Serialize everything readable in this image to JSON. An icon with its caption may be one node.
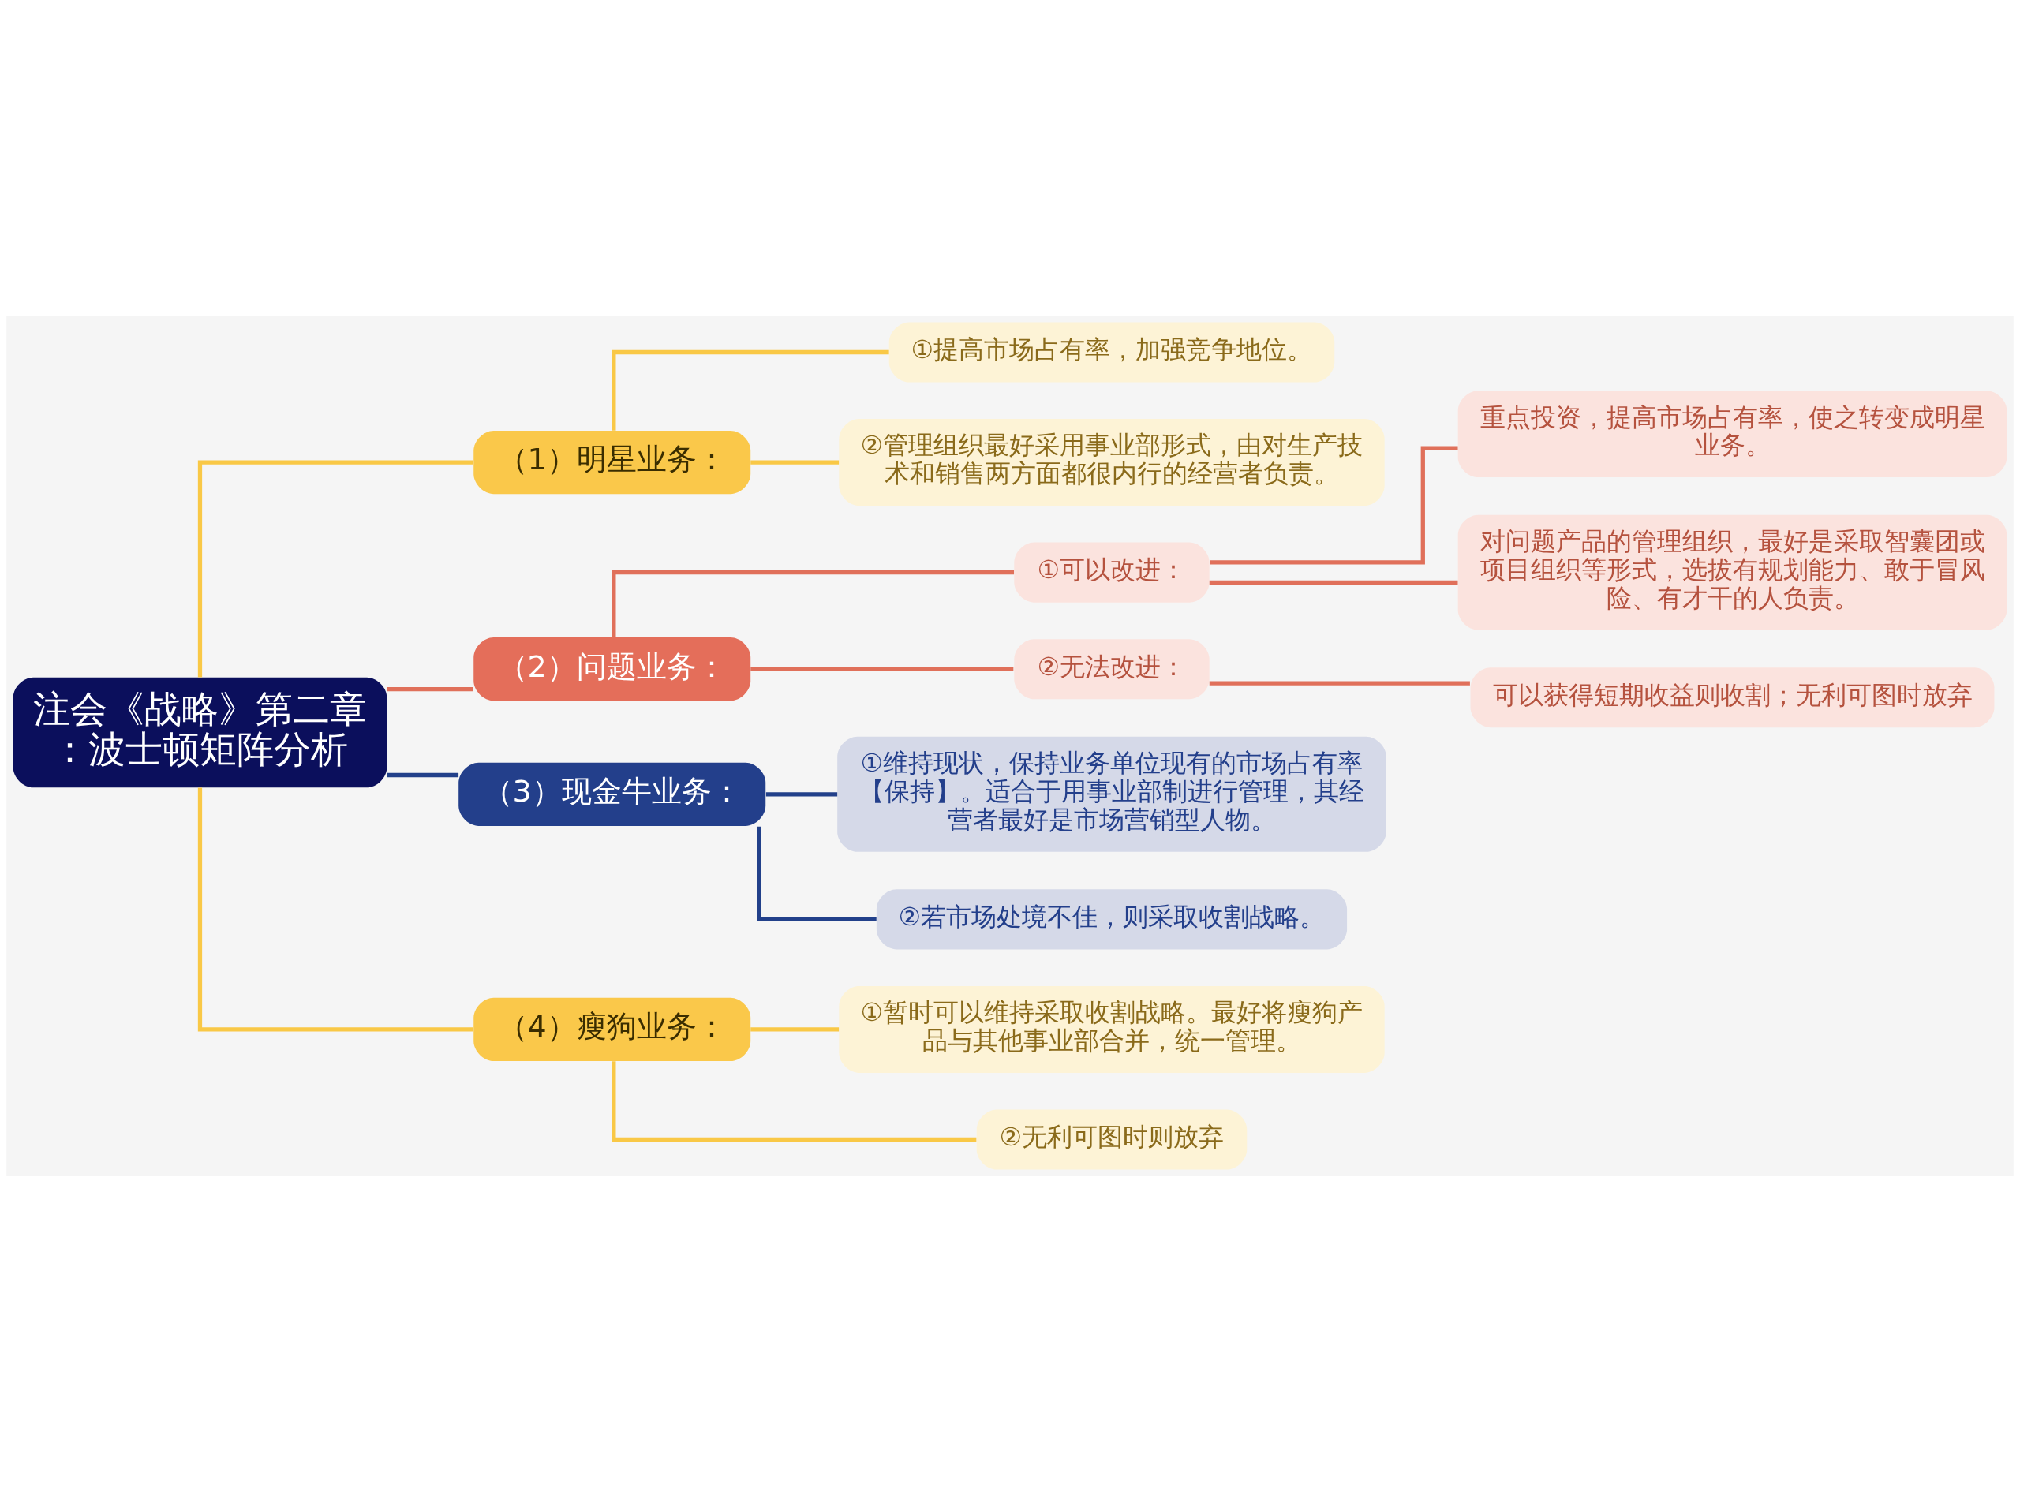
{
  "diagram": {
    "nodes": [
      {
        "text": [
          "注会《战略》第二章：波士顿矩阵分析"
        ]
      },
      {
        "text": [
          "（1）明星业务："
        ]
      },
      {
        "text": [
          "①提高市场占有率，加强竞争地位。"
        ]
      },
      {
        "text": [
          "②管理组织最好采用事业部形式，由对生产技术和销售两方面都很内行的经营者负责。"
        ]
      },
      {
        "text": [
          "（2）问题业务："
        ]
      },
      {
        "text": [
          "①可以改进："
        ]
      },
      {
        "text": [
          "重点投资，提高市场占有率，使之转变成明星业务。"
        ]
      },
      {
        "text": [
          "对问题产品的管理组织，最好是采取智囊团或项目组织等形式，选拔有规划能力、敢于冒风险、有才干的人负责。"
        ]
      },
      {
        "text": [
          "②无法改进："
        ]
      },
      {
        "text": [
          "可以获得短期收益则收割；无利可图时放弃"
        ]
      },
      {
        "text": [
          "（3）现金牛业务："
        ]
      },
      {
        "text": [
          "①维持现状，保持业务单位现有的市场占有率【保持】。适合于用事业部制进行管理，其经营者最好是市场营销型人物。"
        ]
      },
      {
        "text": [
          "②若市场处境不佳，则采取收割战略。"
        ]
      },
      {
        "text": [
          "（4）瘦狗业务："
        ]
      },
      {
        "text": [
          "①暂时可以维持采取收割战略。最好将瘦狗产品与其他事业部合并，统一管理。"
        ]
      },
      {
        "text": [
          "②无利可图时则放弃"
        ]
      }
    ],
    "edges": [
      {
        "from": 0,
        "to": 1,
        "arrow": "none",
        "color": "#f9c846"
      },
      {
        "from": 1,
        "to": 2,
        "arrow": "none",
        "color": "#f9c846"
      },
      {
        "from": 1,
        "to": 3,
        "arrow": "none",
        "color": "#f9c846"
      },
      {
        "from": 0,
        "to": 4,
        "arrow": "none",
        "color": "#e0705a"
      },
      {
        "from": 4,
        "to": 5,
        "arrow": "none",
        "color": "#e0705a"
      },
      {
        "from": 5,
        "to": 6,
        "arrow": "none",
        "color": "#e0705a"
      },
      {
        "from": 5,
        "to": 7,
        "arrow": "none",
        "color": "#e0705a"
      },
      {
        "from": 4,
        "to": 8,
        "arrow": "none",
        "color": "#e0705a"
      },
      {
        "from": 8,
        "to": 9,
        "arrow": "none",
        "color": "#e0705a"
      },
      {
        "from": 0,
        "to": 10,
        "arrow": "none",
        "color": "#22408a"
      },
      {
        "from": 10,
        "to": 11,
        "arrow": "none",
        "color": "#22408a"
      },
      {
        "from": 10,
        "to": 12,
        "arrow": "none",
        "color": "#22408a"
      },
      {
        "from": 0,
        "to": 13,
        "arrow": "none",
        "color": "#f9c846"
      },
      {
        "from": 13,
        "to": 14,
        "arrow": "none",
        "color": "#f9c846"
      },
      {
        "from": 13,
        "to": 15,
        "arrow": "none",
        "color": "#f9c846"
      }
    ]
  }
}
